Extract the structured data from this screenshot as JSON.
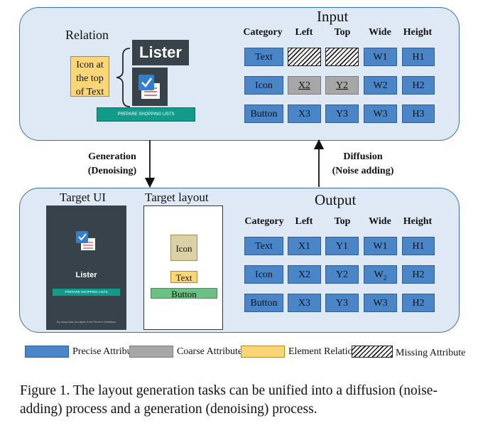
{
  "input_panel": {
    "title": "Input",
    "relation_label": "Relation",
    "relation_text": [
      "Icon at",
      "the top",
      "of Text"
    ],
    "lister_text": "Lister",
    "button_text": "PREPARE SHOPPING LISTS",
    "headers": [
      "Category",
      "Left",
      "Top",
      "Wide",
      "Height"
    ],
    "rows": [
      {
        "category": "Text",
        "left": "",
        "top": "",
        "wide": "W1",
        "height": "H1"
      },
      {
        "category": "Icon",
        "left": "X2",
        "top": "Y2",
        "wide": "W2",
        "height": "H2"
      },
      {
        "category": "Button",
        "left": "X3",
        "top": "Y3",
        "wide": "W3",
        "height": "H3"
      }
    ]
  },
  "arrows": {
    "generation": [
      "Generation",
      "(Denoising)"
    ],
    "diffusion": [
      "Diffusion",
      "(Noise adding)"
    ]
  },
  "output_panel": {
    "title": "Output",
    "target_ui_label": "Target  UI",
    "target_layout_label": "Target  layout",
    "app_name": "Lister",
    "app_button": "PREPARE SHOPPING LISTS",
    "app_footer": "By using Lister you agree to the Terms & Conditions",
    "layout_icon": "Icon",
    "layout_text": "Text",
    "layout_button": "Button",
    "headers": [
      "Category",
      "Left",
      "Top",
      "Wide",
      "Height"
    ],
    "rows": [
      {
        "category": "Text",
        "left": "X1",
        "top": "Y1",
        "wide": "W1",
        "height": "H1"
      },
      {
        "category": "Icon",
        "left": "X2",
        "top": "Y2",
        "wide_base": "W",
        "wide_sub": "2",
        "height": "H2"
      },
      {
        "category": "Button",
        "left": "X3",
        "top": "Y3",
        "wide": "W3",
        "height": "H2"
      }
    ]
  },
  "legend": [
    "Precise  Attribute",
    "Coarse  Attribute",
    "Element Relation",
    "Missing Attribute"
  ],
  "colors": {
    "precise": "#4a86c7",
    "coarse": "#a7a7a7",
    "relation": "#fad677",
    "panel": "#dfe9f5",
    "panel_border": "#3c6fae",
    "app_background": "#37424b",
    "app_button": "#149a8b",
    "layout_button": "#6cc083"
  },
  "caption": "Figure 1. The layout generation tasks can be unified into a diffusion (noise-adding) process and a generation (denoising) process."
}
